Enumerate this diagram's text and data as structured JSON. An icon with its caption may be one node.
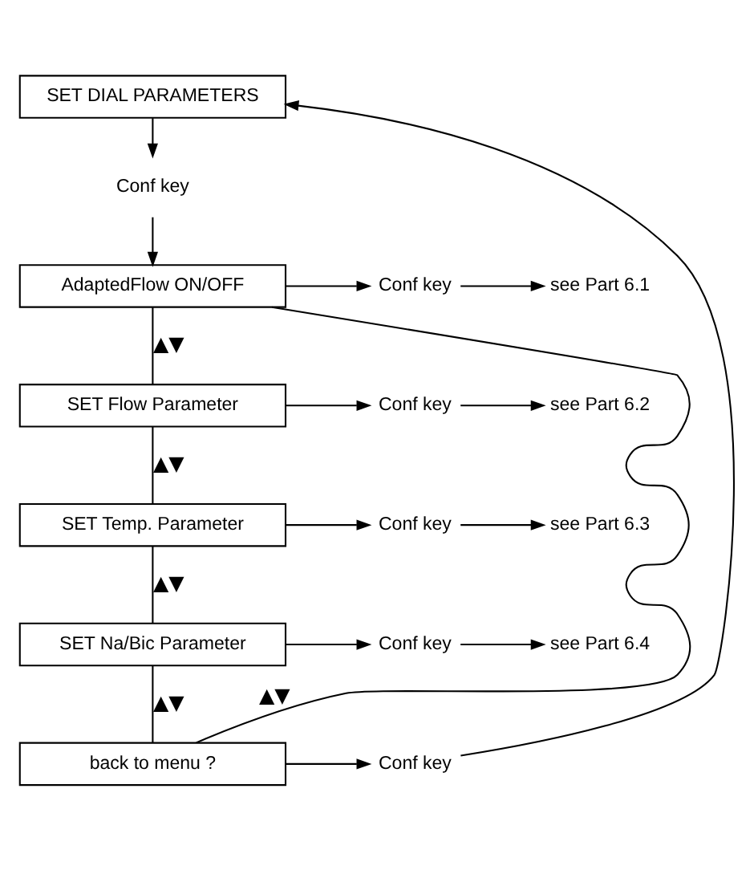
{
  "diagram": {
    "nodes": [
      {
        "text": [
          "SET DIAL PARAMETERS"
        ]
      },
      {
        "text": [
          "Conf key"
        ]
      },
      {
        "text": [
          "AdaptedFlow ON/OFF"
        ]
      },
      {
        "text": [
          "Conf key"
        ]
      },
      {
        "text": [
          "see Part 6.1"
        ]
      },
      {
        "text": [
          "SET Flow Parameter"
        ]
      },
      {
        "text": [
          "Conf key"
        ]
      },
      {
        "text": [
          "see Part 6.2"
        ]
      },
      {
        "text": [
          "SET Temp. Parameter"
        ]
      },
      {
        "text": [
          "Conf key"
        ]
      },
      {
        "text": [
          "see Part 6.3"
        ]
      },
      {
        "text": [
          "SET Na/Bic Parameter"
        ]
      },
      {
        "text": [
          "Conf key"
        ]
      },
      {
        "text": [
          "see Part 6.4"
        ]
      },
      {
        "text": [
          "back to menu ?"
        ]
      },
      {
        "text": [
          "Conf key"
        ]
      }
    ],
    "edges": [
      {
        "from": 0,
        "to": 1,
        "arrow": "to"
      },
      {
        "from": 1,
        "to": 2,
        "arrow": "to"
      },
      {
        "from": 2,
        "to": 3,
        "arrow": "to"
      },
      {
        "from": 3,
        "to": 4,
        "arrow": "to"
      },
      {
        "from": 2,
        "to": 5,
        "arrow": "none",
        "label": "▲▼"
      },
      {
        "from": 5,
        "to": 6,
        "arrow": "to"
      },
      {
        "from": 6,
        "to": 7,
        "arrow": "to"
      },
      {
        "from": 5,
        "to": 8,
        "arrow": "none",
        "label": "▲▼"
      },
      {
        "from": 8,
        "to": 9,
        "arrow": "to"
      },
      {
        "from": 9,
        "to": 10,
        "arrow": "to"
      },
      {
        "from": 8,
        "to": 11,
        "arrow": "none",
        "label": "▲▼"
      },
      {
        "from": 11,
        "to": 12,
        "arrow": "to"
      },
      {
        "from": 12,
        "to": 13,
        "arrow": "to"
      },
      {
        "from": 11,
        "to": 14,
        "arrow": "none",
        "label": "▲▼"
      },
      {
        "from": 14,
        "to": 15,
        "arrow": "to"
      },
      {
        "from": 14,
        "to": 2,
        "arrow": "none",
        "label": "▲▼"
      },
      {
        "from": 15,
        "to": 0,
        "arrow": "to"
      }
    ]
  }
}
